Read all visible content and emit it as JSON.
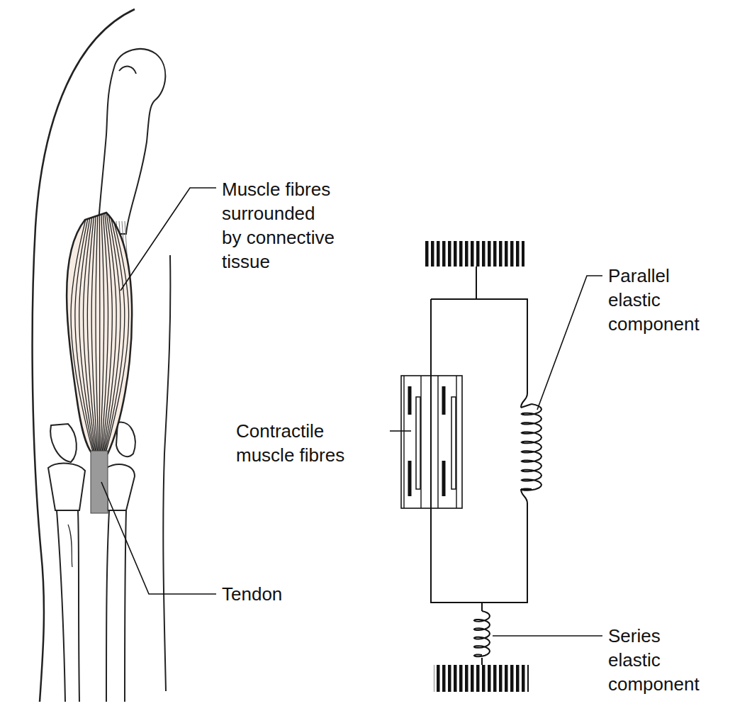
{
  "diagram": {
    "labels": [
      "Muscle fibres surrounded by connective tissue",
      "Tendon",
      "Contractile muscle fibres",
      "Parallel elastic component",
      "Series elastic component"
    ]
  }
}
